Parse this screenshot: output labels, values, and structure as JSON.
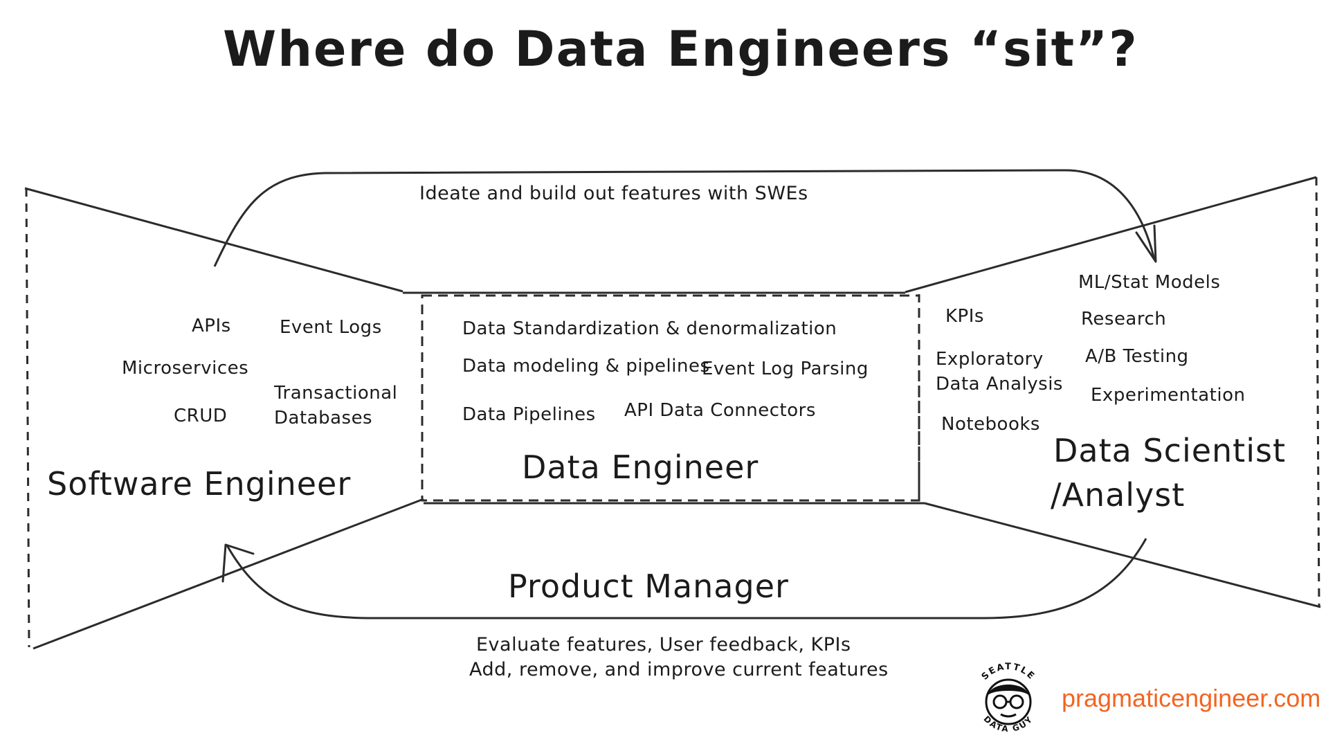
{
  "title": "Where do Data Engineers “sit”?",
  "top_flow_label": "Ideate and build out features with SWEs",
  "software_engineer": {
    "label": "Software Engineer",
    "items": [
      "APIs",
      "Event Logs",
      "Microservices",
      "Transactional",
      "Databases",
      "CRUD"
    ]
  },
  "data_engineer": {
    "label": "Data Engineer",
    "items": [
      "Data Standardization & denormalization",
      "Data modeling & pipelines",
      "Event Log Parsing",
      "Data Pipelines",
      "API Data Connectors"
    ]
  },
  "data_scientist": {
    "label_line1": "Data Scientist",
    "label_line2": "/Analyst",
    "items": [
      "ML/Stat Models",
      "KPIs",
      "Research",
      "Exploratory",
      "Data Analysis",
      "A/B Testing",
      "Experimentation",
      "Notebooks"
    ]
  },
  "product_manager": {
    "label": "Product Manager",
    "caption_line1": "Evaluate features, User feedback, KPIs",
    "caption_line2": "Add, remove, and improve current features"
  },
  "logo": {
    "top_text": "SEATTLE",
    "bottom_text": "DATA GUY"
  },
  "brand": {
    "text": "pragmaticengineer.com",
    "color": "#f26522"
  }
}
